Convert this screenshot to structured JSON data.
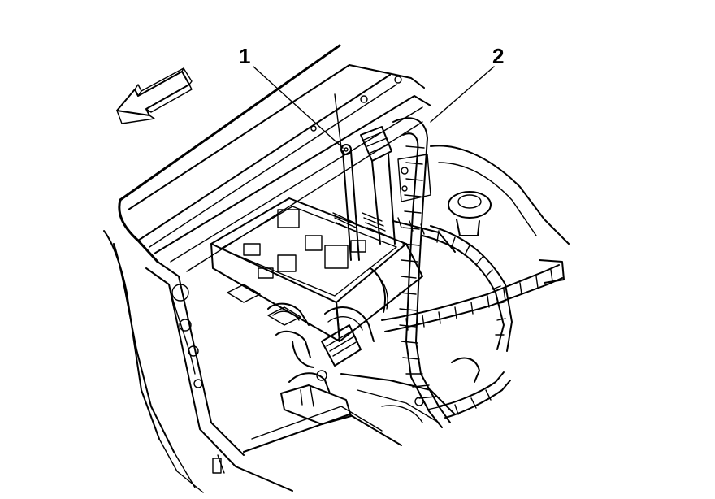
{
  "callouts": [
    {
      "id": "1",
      "label": "1"
    },
    {
      "id": "2",
      "label": "2"
    }
  ],
  "direction_arrow": {
    "icon": "forward-direction-arrow-icon"
  },
  "colors": {
    "line": "#000000",
    "background": "#ffffff"
  }
}
